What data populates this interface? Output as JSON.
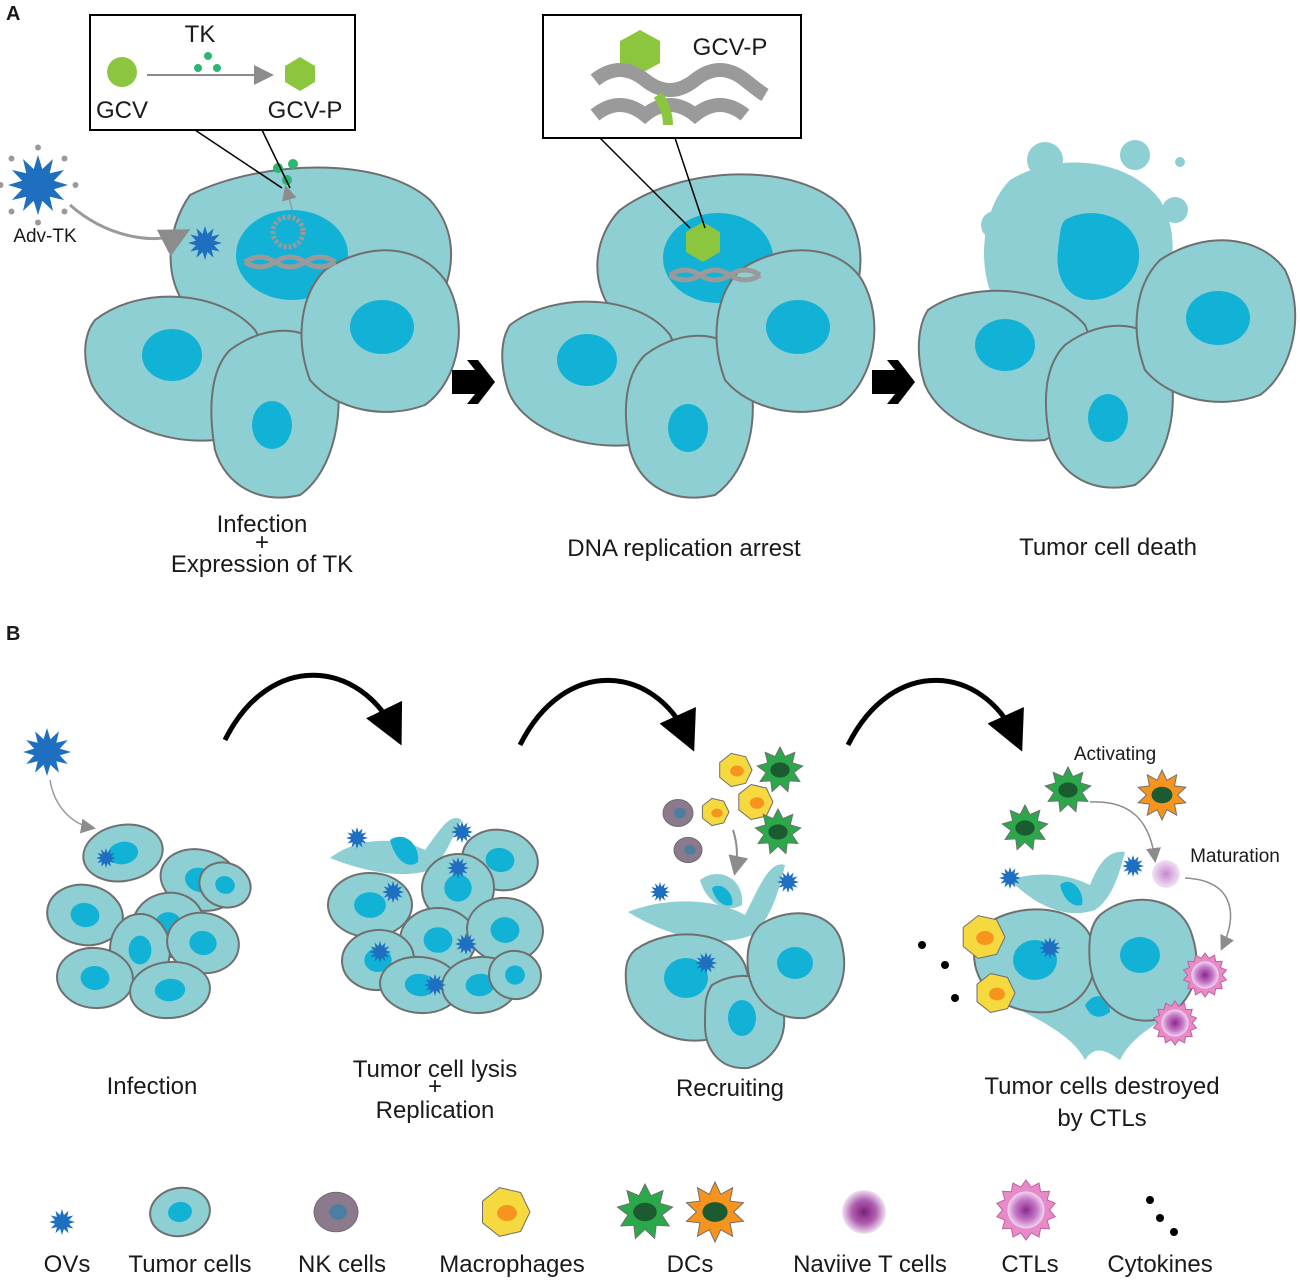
{
  "panel_a": {
    "label": "A",
    "adv_label": "Adv-TK",
    "box1": {
      "tk": "TK",
      "gcv": "GCV",
      "gcvp": "GCV-P"
    },
    "box2": {
      "gcvp": "GCV-P"
    },
    "step1_line1": "Infection",
    "step1_plus": "+",
    "step1_line2": "Expression of TK",
    "step2": "DNA replication arrest",
    "step3": "Tumor cell death"
  },
  "panel_b": {
    "label": "B",
    "step1": "Infection",
    "step2_line1": "Tumor cell lysis",
    "step2_plus": "+",
    "step2_line2": "Replication",
    "step3": "Recruiting",
    "step4_line1": "Tumor cells destroyed",
    "step4_line2": "by CTLs",
    "activating": "Activating",
    "maturation": "Maturation"
  },
  "legend": {
    "ovs": "OVs",
    "tumor": "Tumor cells",
    "nk": "NK cells",
    "macrophages": "Macrophages",
    "dcs": "DCs",
    "naive": "Naviive T cells",
    "ctls": "CTLs",
    "cytokines": "Cytokines"
  },
  "colors": {
    "cell_fill": "#8ecfd3",
    "cell_stroke": "#6f6f6f",
    "nucleus": "#12b2d6",
    "virus": "#1e6fc0",
    "gcv_green": "#8cc63f",
    "tk_green": "#2bb673",
    "dc_green": "#2aa84a",
    "dc_orange": "#f7941d",
    "macrophage": "#f5d93f",
    "nk": "#8a7a8c",
    "naive": "#b060b0",
    "ctl": "#e88ac8"
  }
}
